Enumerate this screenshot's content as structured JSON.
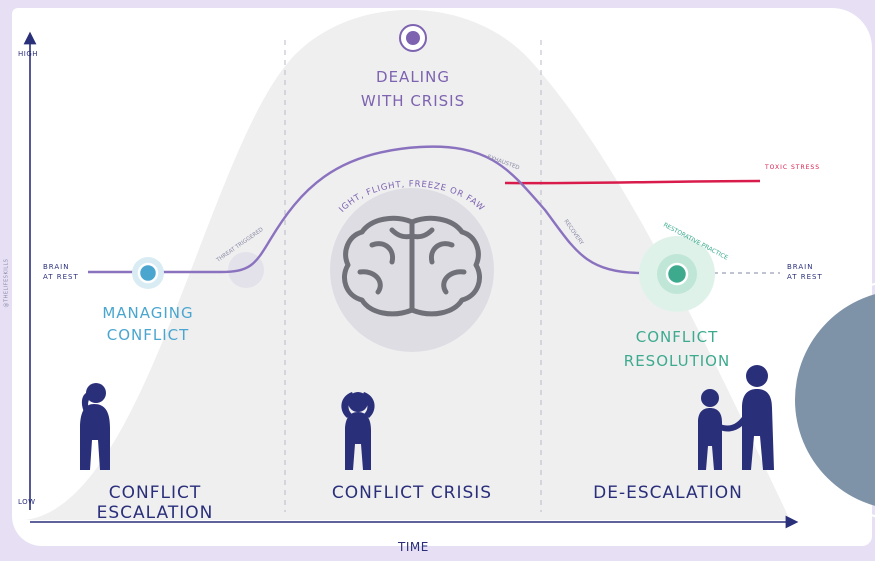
{
  "axis": {
    "y_high": "HIGH",
    "y_low": "LOW",
    "x_label": "TIME",
    "vertical_note": "@THELIFESKILLS"
  },
  "labels": {
    "brain_at_rest_left": [
      "BRAIN",
      "AT REST"
    ],
    "brain_at_rest_right": [
      "BRAIN",
      "AT REST"
    ],
    "managing_conflict": [
      "MANAGING",
      "CONFLICT"
    ],
    "dealing_with_crisis": [
      "DEALING",
      "WITH CRISIS"
    ],
    "conflict_resolution": [
      "CONFLICT",
      "RESOLUTION"
    ],
    "threat_triggered": "THREAT TRIGGERED",
    "fight_flight": "FIGHT, FLIGHT, FREEZE OR FAWN",
    "exhausted": "EXHAUSTED",
    "recovery": "RECOVERY",
    "restorative_practice": "RESTORATIVE PRACTICE",
    "toxic_stress": "TOXIC STRESS"
  },
  "phases": [
    "CONFLICT ESCALATION",
    "CONFLICT CRISIS",
    "DE-ESCALATION"
  ],
  "colors": {
    "navy": "#2a2f7a",
    "purple": "#7e63b0",
    "blue": "#4aa6cf",
    "green": "#3daa8e",
    "red": "#d81b4a",
    "bell": "#efeff0",
    "slate": "#7e92a8"
  },
  "icons": [
    "brain-icon",
    "person-thinking-icon",
    "person-stressed-icon",
    "adult-child-icon"
  ]
}
